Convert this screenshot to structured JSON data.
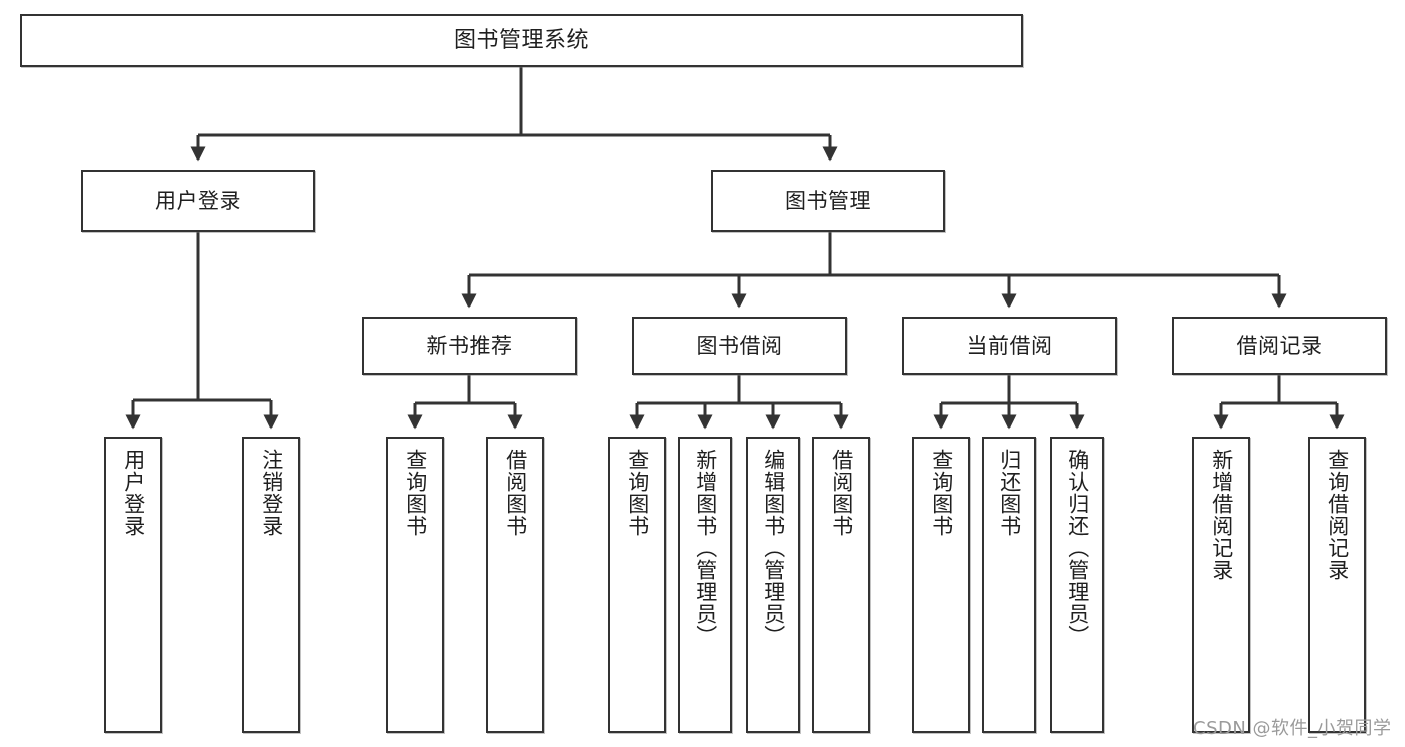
{
  "diagram": {
    "type": "tree",
    "title": "图书管理系统",
    "watermark": "CSDN @软件_小贺同学",
    "colors": {
      "box_border": "#333333",
      "box_fill": "#ffffff",
      "connector": "#333333",
      "text": "#1f1f1f",
      "watermark": "#9a9a9a"
    },
    "root": {
      "label": "图书管理系统"
    },
    "level2": [
      {
        "label": "用户登录"
      },
      {
        "label": "图书管理"
      }
    ],
    "level3": [
      {
        "label": "新书推荐"
      },
      {
        "label": "图书借阅"
      },
      {
        "label": "当前借阅"
      },
      {
        "label": "借阅记录"
      }
    ],
    "leaves": {
      "user_login": [
        {
          "label": "用户登录"
        },
        {
          "label": "注销登录"
        }
      ],
      "new_book_recommend": [
        {
          "label": "查询图书"
        },
        {
          "label": "借阅图书"
        }
      ],
      "book_borrow": [
        {
          "label": "查询图书"
        },
        {
          "label": "新增图书（管理员）"
        },
        {
          "label": "编辑图书（管理员）"
        },
        {
          "label": "借阅图书"
        }
      ],
      "current_borrow": [
        {
          "label": "查询图书"
        },
        {
          "label": "归还图书"
        },
        {
          "label": "确认归还（管理员）"
        }
      ],
      "borrow_record": [
        {
          "label": "新增借阅记录"
        },
        {
          "label": "查询借阅记录"
        }
      ]
    }
  }
}
